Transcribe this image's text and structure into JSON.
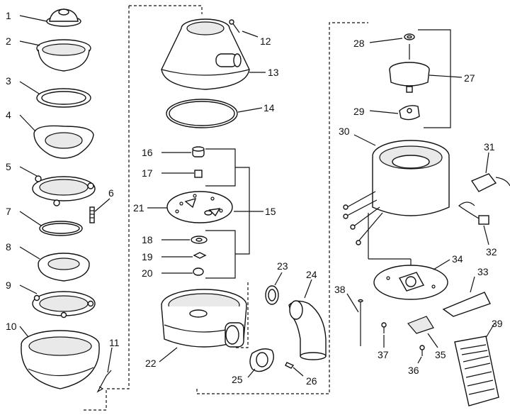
{
  "diagram": {
    "labels": [
      {
        "id": "1",
        "text": "1"
      },
      {
        "id": "2",
        "text": "2"
      },
      {
        "id": "3",
        "text": "3"
      },
      {
        "id": "4",
        "text": "4"
      },
      {
        "id": "5",
        "text": "5"
      },
      {
        "id": "6",
        "text": "6"
      },
      {
        "id": "7",
        "text": "7"
      },
      {
        "id": "8",
        "text": "8"
      },
      {
        "id": "9",
        "text": "9"
      },
      {
        "id": "10",
        "text": "10"
      },
      {
        "id": "11",
        "text": "11"
      },
      {
        "id": "12",
        "text": "12"
      },
      {
        "id": "13",
        "text": "13"
      },
      {
        "id": "14",
        "text": "14"
      },
      {
        "id": "15",
        "text": "15"
      },
      {
        "id": "16",
        "text": "16"
      },
      {
        "id": "17",
        "text": "17"
      },
      {
        "id": "18",
        "text": "18"
      },
      {
        "id": "19",
        "text": "19"
      },
      {
        "id": "20",
        "text": "20"
      },
      {
        "id": "21",
        "text": "21"
      },
      {
        "id": "22",
        "text": "22"
      },
      {
        "id": "23",
        "text": "23"
      },
      {
        "id": "24",
        "text": "24"
      },
      {
        "id": "25",
        "text": "25"
      },
      {
        "id": "26",
        "text": "26"
      },
      {
        "id": "27",
        "text": "27"
      },
      {
        "id": "28",
        "text": "28"
      },
      {
        "id": "29",
        "text": "29"
      },
      {
        "id": "30",
        "text": "30"
      },
      {
        "id": "31",
        "text": "31"
      },
      {
        "id": "32",
        "text": "32"
      },
      {
        "id": "33",
        "text": "33"
      },
      {
        "id": "34",
        "text": "34"
      },
      {
        "id": "35",
        "text": "35"
      },
      {
        "id": "36",
        "text": "36"
      },
      {
        "id": "37",
        "text": "37"
      },
      {
        "id": "38",
        "text": "38"
      },
      {
        "id": "39",
        "text": "39"
      }
    ]
  }
}
